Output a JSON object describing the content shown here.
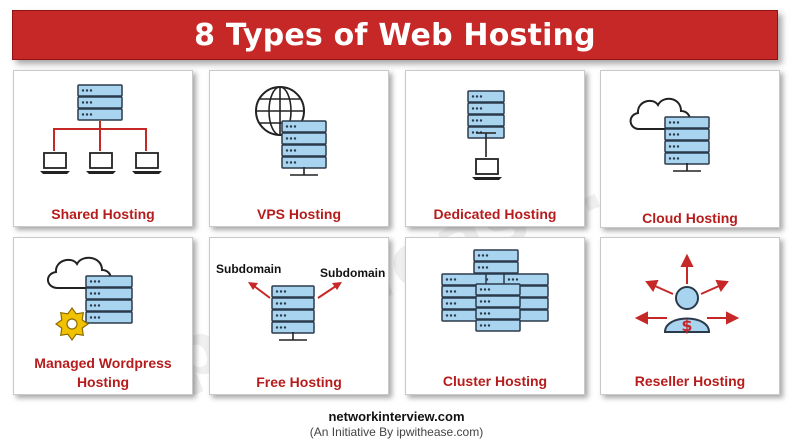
{
  "title": "8 Types of Web Hosting",
  "watermark": "ipwithease.com",
  "colors": {
    "title_bg": "#c62828",
    "label_text": "#b71c1c",
    "server_fill": "#a8d4f0",
    "server_stroke": "#2b3a4a",
    "connector": "#c62828",
    "gear": "#f2c200"
  },
  "cards": [
    {
      "label": "Shared Hosting",
      "icon": "shared-server-icon"
    },
    {
      "label": "VPS Hosting",
      "icon": "vps-server-icon"
    },
    {
      "label": "Dedicated Hosting",
      "icon": "dedicated-server-icon"
    },
    {
      "label": "Cloud Hosting",
      "icon": "cloud-server-icon"
    },
    {
      "label": "Managed Wordpress Hosting",
      "label_line1": "Managed Wordpress",
      "label_line2": "Hosting",
      "icon": "managed-wordpress-icon"
    },
    {
      "label": "Free Hosting",
      "icon": "free-hosting-icon",
      "sub_left": "Subdomain",
      "sub_right": "Subdomain"
    },
    {
      "label": "Cluster Hosting",
      "icon": "cluster-server-icon"
    },
    {
      "label": "Reseller Hosting",
      "icon": "reseller-icon"
    }
  ],
  "footer": {
    "site": "networkinterview.com",
    "tagline": "(An Initiative By ipwithease.com)"
  }
}
